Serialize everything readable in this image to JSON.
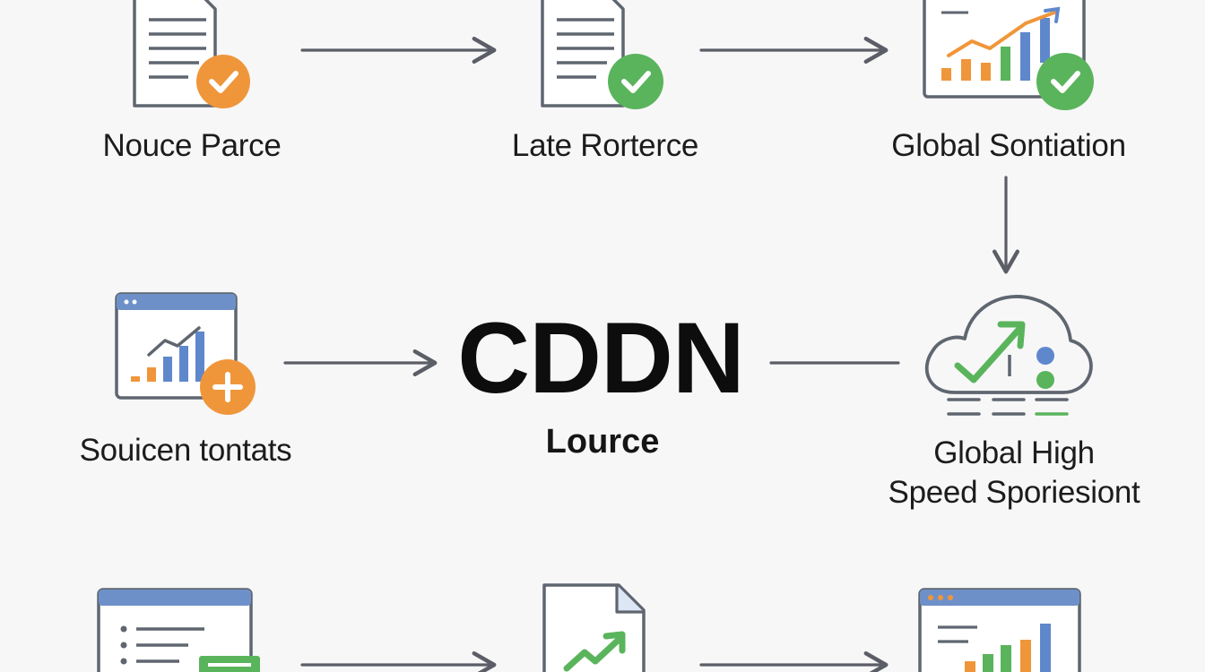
{
  "colors": {
    "arrow": "#5b5e66",
    "icon_stroke": "#5f6670",
    "window_bar": "#6e90c9",
    "orange": "#f0963a",
    "green": "#5ab45c",
    "blue": "#5f88cc"
  },
  "center": {
    "title": "CDDN",
    "subtitle": "Lource"
  },
  "nodes": [
    {
      "id": "node-1",
      "label": "Nouce Parce",
      "icon": "document-check-icon"
    },
    {
      "id": "node-2",
      "label": "Late Rorterce",
      "icon": "document-check-icon"
    },
    {
      "id": "node-3",
      "label": "Global Sontiation",
      "icon": "chart-check-icon"
    },
    {
      "id": "node-4",
      "label": "Souicen tontats",
      "icon": "chart-plus-icon"
    },
    {
      "id": "node-5",
      "label_lines": [
        "Global High",
        "Speed Sporiesiont"
      ],
      "icon": "cloud-upload-icon"
    },
    {
      "id": "node-6",
      "label": "",
      "icon": "list-window-icon"
    },
    {
      "id": "node-7",
      "label": "",
      "icon": "document-trend-icon"
    },
    {
      "id": "node-8",
      "label": "",
      "icon": "chart-window-icon"
    }
  ]
}
